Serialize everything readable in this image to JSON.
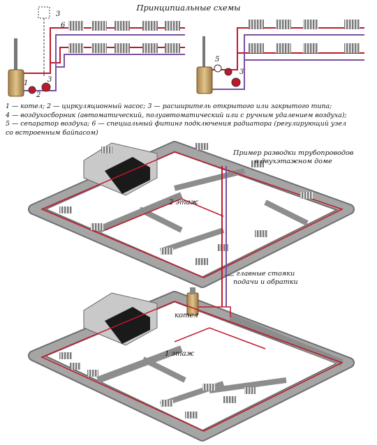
{
  "title": "Принципиальные схемы",
  "legend": [
    "1 — котел; 2 — циркуляционный насос; 3 — расширитель открытого или закрытого типа;",
    "4 — воздухосборник (автоматический, полуавтоматический или с ручным удалением воздуха);",
    "5 — сепаратор воздуха; 6 — специальный фитинг подключения радиатора (регулирующий узел",
    "со встроенным байпасом)"
  ],
  "scheme_numbers": {
    "left": {
      "n1": "1",
      "n2": "2",
      "n3": "3",
      "n3_top": "3",
      "n6": "6"
    },
    "right": {
      "n5": "5",
      "n3": "3"
    }
  },
  "house_example": {
    "line1": "Пример разводки трубопроводов",
    "line2": "в двухэтажном доме"
  },
  "floor2_label": "2 этаж",
  "floor1_label": "1 этаж",
  "risers_label": {
    "line1": "главные стояки",
    "line2": "подачи и обратки"
  },
  "boiler_label": "котел",
  "colors": {
    "supply_pipe": "#c0182a",
    "return_pipe": "#7b4fa0",
    "wall_top": "#9c9c9c",
    "wall_side": "#6f6f6f",
    "boiler": "#c8a56b"
  }
}
